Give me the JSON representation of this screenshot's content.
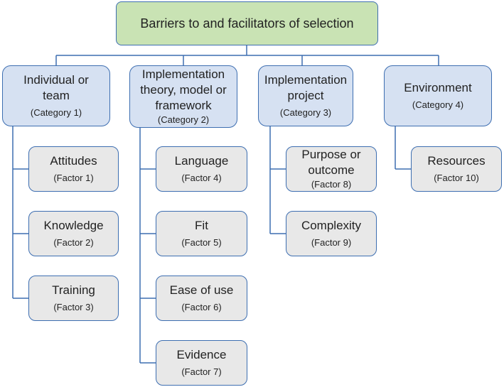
{
  "root": {
    "title": "Barriers to and facilitators of selection"
  },
  "categories": [
    {
      "title": "Individual or team",
      "subtitle": "(Category 1)",
      "factors": [
        {
          "title": "Attitudes",
          "subtitle": "(Factor 1)"
        },
        {
          "title": "Knowledge",
          "subtitle": "(Factor 2)"
        },
        {
          "title": "Training",
          "subtitle": "(Factor 3)"
        }
      ]
    },
    {
      "title": "Implementation theory, model or framework",
      "subtitle": "(Category 2)",
      "factors": [
        {
          "title": "Language",
          "subtitle": "(Factor 4)"
        },
        {
          "title": "Fit",
          "subtitle": "(Factor 5)"
        },
        {
          "title": "Ease of use",
          "subtitle": "(Factor 6)"
        },
        {
          "title": "Evidence",
          "subtitle": "(Factor 7)"
        }
      ]
    },
    {
      "title": "Implementation project",
      "subtitle": "(Category 3)",
      "factors": [
        {
          "title": "Purpose or outcome",
          "subtitle": "(Factor 8)"
        },
        {
          "title": "Complexity",
          "subtitle": "(Factor 9)"
        }
      ]
    },
    {
      "title": "Environment",
      "subtitle": "(Category 4)",
      "factors": [
        {
          "title": "Resources",
          "subtitle": "(Factor 10)"
        }
      ]
    }
  ]
}
